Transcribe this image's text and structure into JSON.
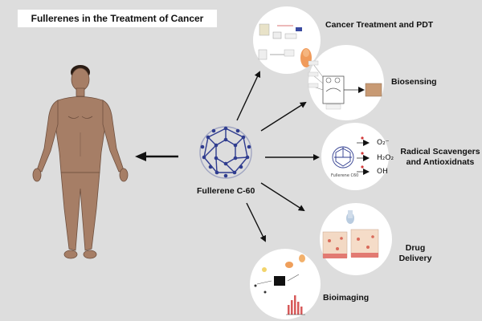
{
  "title": "Fullerenes in the Treatment of Cancer",
  "center_label": "Fullerene C-60",
  "applications": {
    "cancer_pdt": "Cancer Treatment and PDT",
    "biosensing": "Biosensing",
    "radical_line1": "Radical Scavengers",
    "radical_line2": "and Antioxidnats",
    "drug_line1": "Drug",
    "drug_line2": "Delivery",
    "bioimaging": "Bioimaging"
  },
  "radical_species": {
    "superoxide": "O₂⁻",
    "peroxide": "H₂O₂",
    "hydroxyl": "OH",
    "fullerene_caption": "Fullerene C60"
  },
  "colors": {
    "background": "#dddddd",
    "body_skin": "#a67e66",
    "fullerene": "#2f3c8f",
    "arrow": "#111111"
  }
}
